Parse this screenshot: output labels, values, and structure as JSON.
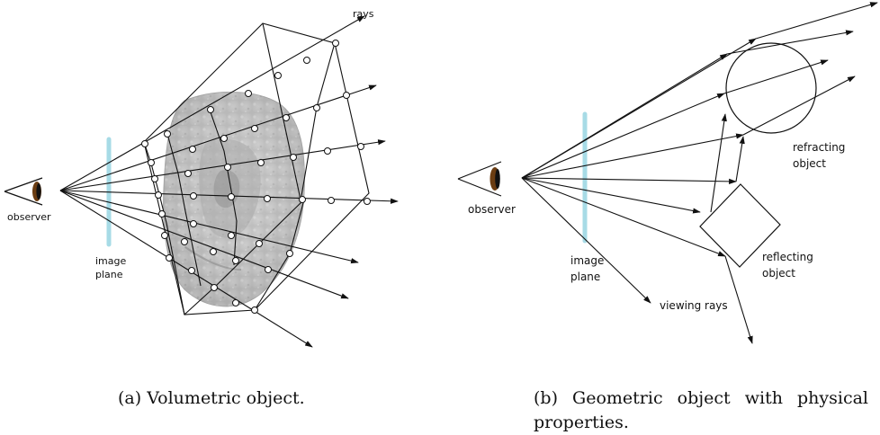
{
  "panel_a": {
    "rays_label": "rays",
    "observer_label": "observer",
    "image_plane_label_line1": "image",
    "image_plane_label_line2": "plane",
    "caption": "(a) Volumetric object."
  },
  "panel_b": {
    "observer_label": "observer",
    "image_plane_label_line1": "image",
    "image_plane_label_line2": "plane",
    "refracting_label_line1": "refracting",
    "refracting_label_line2": "object",
    "reflecting_label_line1": "reflecting",
    "reflecting_label_line2": "object",
    "viewing_rays_label": "viewing rays",
    "caption": "(b) Geometric object with physical properties."
  },
  "colors": {
    "image_plane": "#a7dbe6",
    "ink": "#111111",
    "eye_iris": "#6b3d12",
    "volume_gray": "#c9c9c9"
  }
}
